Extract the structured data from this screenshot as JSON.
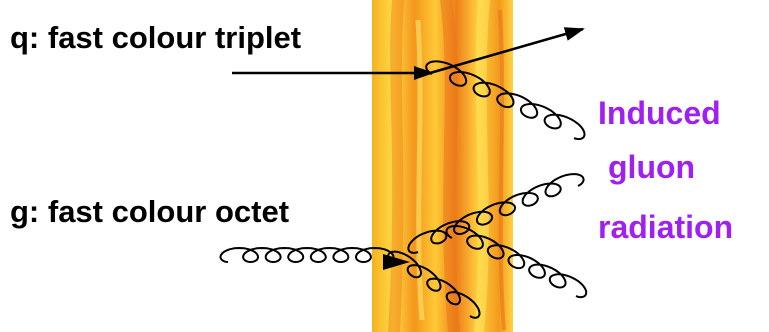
{
  "labels": {
    "quark": "q: fast colour triplet",
    "gluon": "g: fast colour octet"
  },
  "caption": {
    "line1": "Induced",
    "line2": "gluon",
    "line3": "radiation"
  },
  "colors": {
    "caption": "#a020f0",
    "text": "#000000",
    "medium_base": "#f7a618",
    "medium_light": "#ffd94a",
    "medium_dark": "#e8731a",
    "line": "#000000"
  }
}
